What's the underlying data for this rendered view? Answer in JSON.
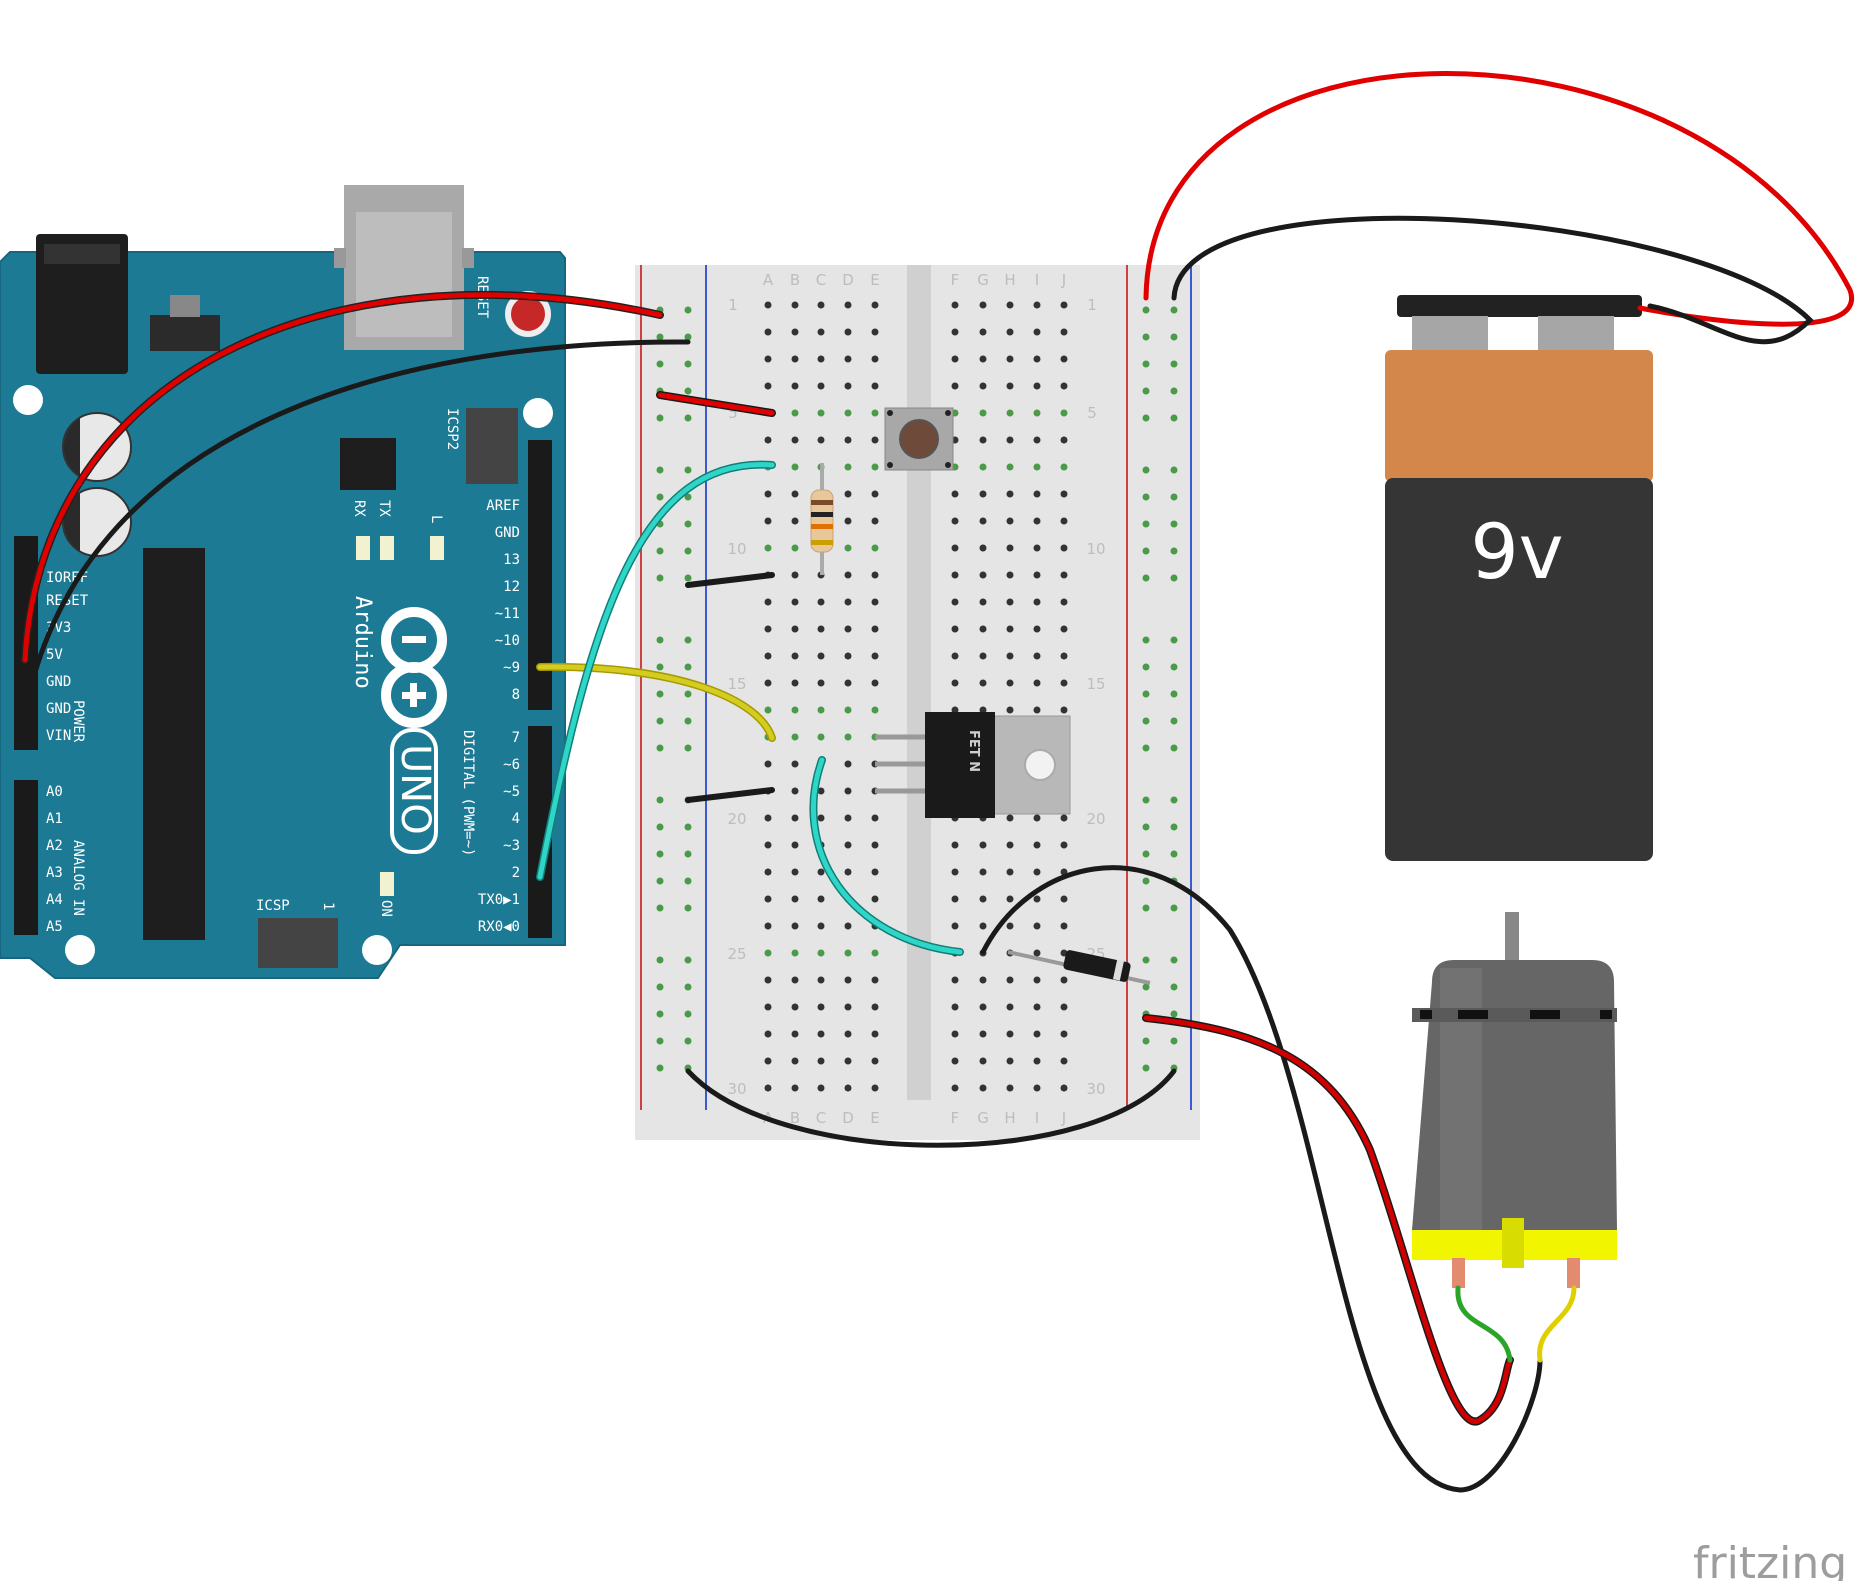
{
  "arduino": {
    "reset_label": "RESET",
    "icsp2_label": "ICSP2",
    "icsp_label": "ICSP",
    "tx_label": "TX",
    "rx_label": "RX",
    "l_label": "L",
    "on_label": "ON",
    "brand_label": "Arduino",
    "model_label": "UNO",
    "power_label": "POWER",
    "analog_label": "ANALOG IN",
    "digital_label": "DIGITAL (PWM=~)",
    "icsp_pin_one": "1",
    "power_pins": [
      "IOREF",
      "RESET",
      "3V3",
      "5V",
      "GND",
      "GND",
      "VIN"
    ],
    "analog_pins": [
      "A0",
      "A1",
      "A2",
      "A3",
      "A4",
      "A5"
    ],
    "digital_high_pins": [
      "AREF",
      "GND",
      "13",
      "12",
      "~11",
      "~10",
      "~9",
      "8"
    ],
    "digital_low_pins": [
      "7",
      "~6",
      "~5",
      "4",
      "~3",
      "2",
      "TX0▶1",
      "RX0◀0"
    ]
  },
  "breadboard": {
    "columns_left": [
      "A",
      "B",
      "C",
      "D",
      "E"
    ],
    "columns_right": [
      "F",
      "G",
      "H",
      "I",
      "J"
    ],
    "row_numbers": [
      "1",
      "5",
      "10",
      "15",
      "20",
      "25",
      "30"
    ]
  },
  "mosfet": {
    "label": "FET N"
  },
  "battery": {
    "label": "9v"
  },
  "watermark": "fritzing",
  "colors": {
    "board": "#1d7a94",
    "wire_red": "#e00000",
    "wire_black": "#1a1a1a",
    "wire_yellow": "#c8c000",
    "wire_cyan": "#15b8b0",
    "battery_top": "#d4874a",
    "battery_body": "#353535",
    "motor_body": "#666666",
    "motor_yellow": "#f1f500"
  }
}
